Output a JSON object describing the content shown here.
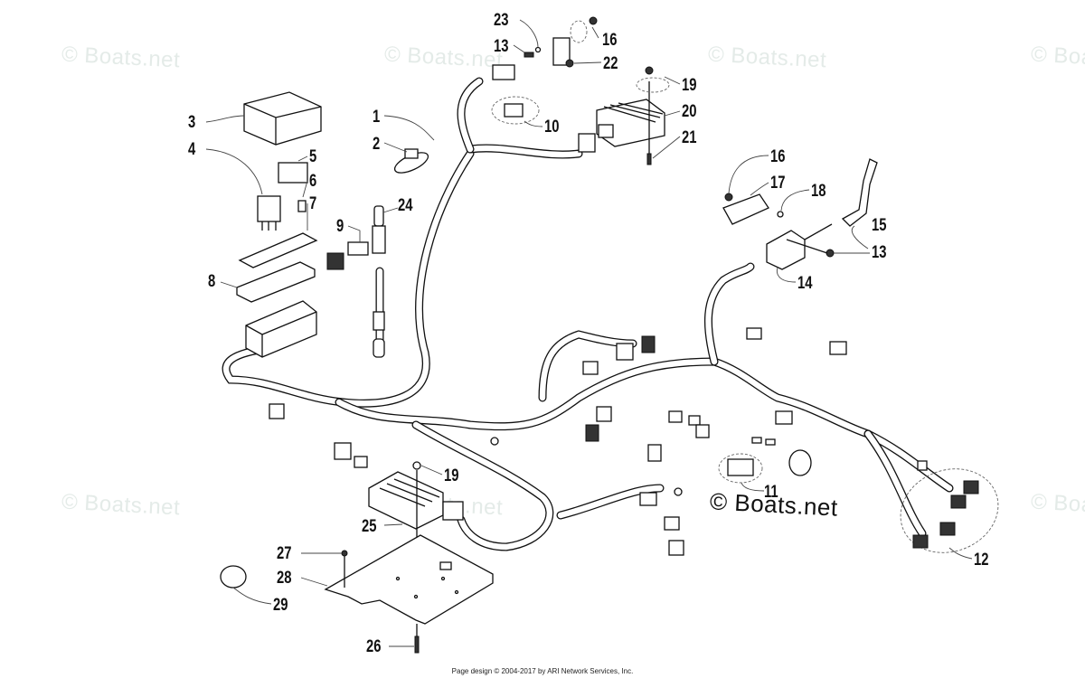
{
  "diagram": {
    "title": "Wiring Harness Exploded Parts Diagram",
    "watermark": "© Boats.net",
    "footer": "Page design © 2004-2017 by ARI Network Services, Inc.",
    "callouts": [
      {
        "id": "c1",
        "label": "1"
      },
      {
        "id": "c2",
        "label": "2"
      },
      {
        "id": "c3",
        "label": "3"
      },
      {
        "id": "c4",
        "label": "4"
      },
      {
        "id": "c5",
        "label": "5"
      },
      {
        "id": "c6",
        "label": "6"
      },
      {
        "id": "c7",
        "label": "7"
      },
      {
        "id": "c8",
        "label": "8"
      },
      {
        "id": "c9",
        "label": "9"
      },
      {
        "id": "c10",
        "label": "10"
      },
      {
        "id": "c11",
        "label": "11"
      },
      {
        "id": "c12",
        "label": "12"
      },
      {
        "id": "c13a",
        "label": "13"
      },
      {
        "id": "c13b",
        "label": "13"
      },
      {
        "id": "c14",
        "label": "14"
      },
      {
        "id": "c15",
        "label": "15"
      },
      {
        "id": "c16a",
        "label": "16"
      },
      {
        "id": "c16b",
        "label": "16"
      },
      {
        "id": "c17",
        "label": "17"
      },
      {
        "id": "c18",
        "label": "18"
      },
      {
        "id": "c19a",
        "label": "19"
      },
      {
        "id": "c19b",
        "label": "19"
      },
      {
        "id": "c20",
        "label": "20"
      },
      {
        "id": "c21",
        "label": "21"
      },
      {
        "id": "c22",
        "label": "22"
      },
      {
        "id": "c23",
        "label": "23"
      },
      {
        "id": "c24",
        "label": "24"
      },
      {
        "id": "c25",
        "label": "25"
      },
      {
        "id": "c26",
        "label": "26"
      },
      {
        "id": "c27",
        "label": "27"
      },
      {
        "id": "c28",
        "label": "28"
      },
      {
        "id": "c29",
        "label": "29"
      }
    ]
  }
}
